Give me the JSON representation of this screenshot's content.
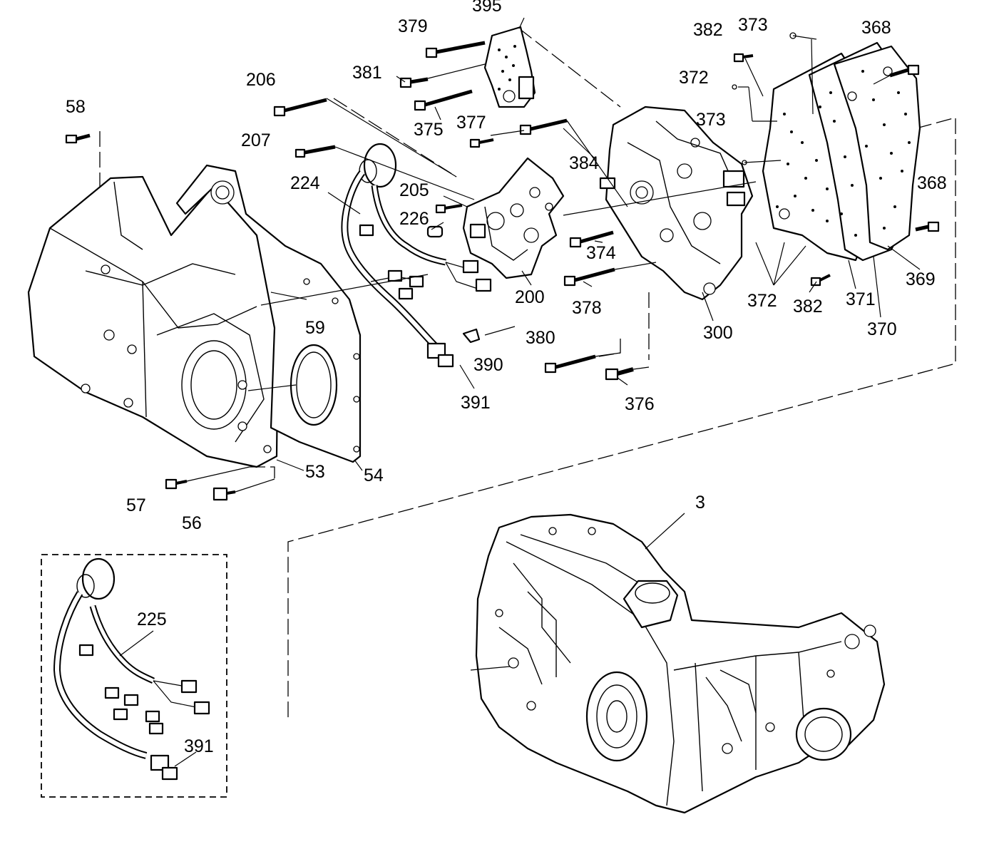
{
  "diagram": {
    "callouts": {
      "c395": "395",
      "c379": "379",
      "c381": "381",
      "c375": "375",
      "c377": "377",
      "c206": "206",
      "c207": "207",
      "c224": "224",
      "c205": "205",
      "c226": "226",
      "c200": "200",
      "c384": "384",
      "c374": "374",
      "c378": "378",
      "c380": "380",
      "c376": "376",
      "c390": "390",
      "c391": "391",
      "c300": "300",
      "c382a": "382",
      "c373a": "373",
      "c372a": "372",
      "c373b": "373",
      "c368a": "368",
      "c368b": "368",
      "c369": "369",
      "c370": "370",
      "c371": "371",
      "c382b": "382",
      "c372b": "372",
      "c58": "58",
      "c59": "59",
      "c53": "53",
      "c54": "54",
      "c57": "57",
      "c56": "56",
      "c3": "3",
      "c225": "225",
      "c391b": "391"
    }
  }
}
